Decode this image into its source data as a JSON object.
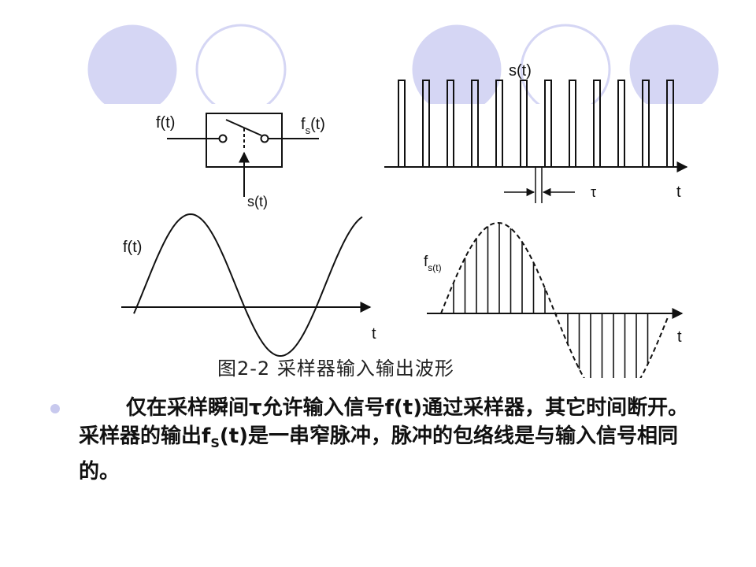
{
  "slide": {
    "decoration_color": "#d5d6f4",
    "caption": "图2-2 采样器输入输出波形",
    "paragraph": {
      "part1": "仅在采样瞬间τ允许输入信号f(t)通过采样器，其它时间断开。采样器的输出f",
      "subscript": "S",
      "part2": "(t)是一串窄脉冲，脉冲的包络线是与输入信号相同的。"
    }
  },
  "sampler": {
    "input_label": "f(t)",
    "output_label_main": "f",
    "output_label_sub": "s",
    "output_label_rest": "(t)",
    "control_label": "s(t)"
  },
  "pulse_train": {
    "label": "s(t)",
    "axis_label": "t",
    "width_label": "τ"
  },
  "input_wave": {
    "label": "f(t)",
    "axis_label": "t"
  },
  "sampled_wave": {
    "label_main": "f",
    "label_sub": "s(t)",
    "axis_label": "t"
  }
}
